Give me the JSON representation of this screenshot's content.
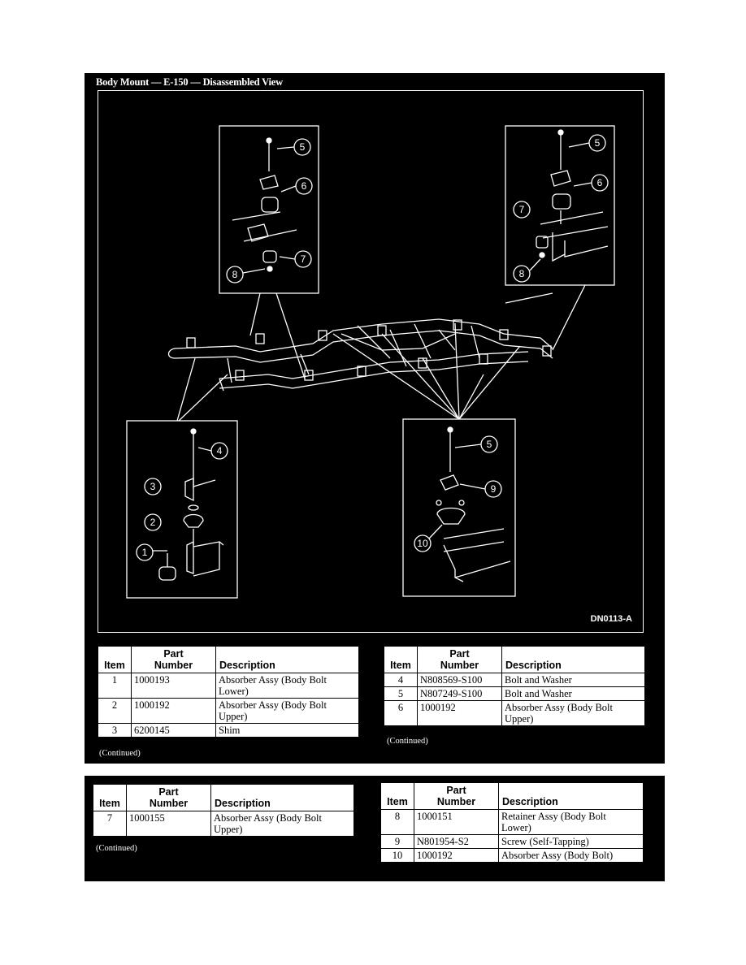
{
  "figure": {
    "title": "Body Mount — E-150 — Disassembled View",
    "code": "DN0113-A",
    "callouts": {
      "tl": [
        "5",
        "6",
        "7",
        "8"
      ],
      "tr": [
        "5",
        "6",
        "7",
        "8"
      ],
      "bl": [
        "4",
        "3",
        "2",
        "1"
      ],
      "br": [
        "5",
        "9",
        "10"
      ]
    }
  },
  "table_headers": {
    "item": "Item",
    "part_line1": "Part",
    "part_line2": "Number",
    "description": "Description"
  },
  "tables": {
    "t1": {
      "rows": [
        {
          "item": "1",
          "part": "1000193",
          "desc1": "Absorber Assy (Body Bolt",
          "desc2": "Lower)"
        },
        {
          "item": "2",
          "part": "1000192",
          "desc1": "Absorber Assy (Body Bolt",
          "desc2": "Upper)"
        },
        {
          "item": "3",
          "part": "6200145",
          "desc1": "Shim",
          "desc2": ""
        }
      ]
    },
    "t2": {
      "rows": [
        {
          "item": "4",
          "part": "N808569-S100",
          "desc1": "Bolt and Washer",
          "desc2": ""
        },
        {
          "item": "5",
          "part": "N807249-S100",
          "desc1": "Bolt and Washer",
          "desc2": ""
        },
        {
          "item": "6",
          "part": "1000192",
          "desc1": "Absorber Assy (Body Bolt",
          "desc2": "Upper)"
        }
      ]
    },
    "t3": {
      "rows": [
        {
          "item": "7",
          "part": "1000155",
          "desc1": "Absorber Assy (Body Bolt",
          "desc2": "Upper)"
        }
      ]
    },
    "t4": {
      "rows": [
        {
          "item": "8",
          "part": "1000151",
          "desc1": "Retainer Assy (Body Bolt",
          "desc2": "Lower)"
        },
        {
          "item": "9",
          "part": "N801954-S2",
          "desc1": "Screw (Self-Tapping)",
          "desc2": ""
        },
        {
          "item": "10",
          "part": "1000192",
          "desc1": "Absorber Assy (Body Bolt)",
          "desc2": ""
        }
      ]
    }
  },
  "continued_label": "(Continued)"
}
